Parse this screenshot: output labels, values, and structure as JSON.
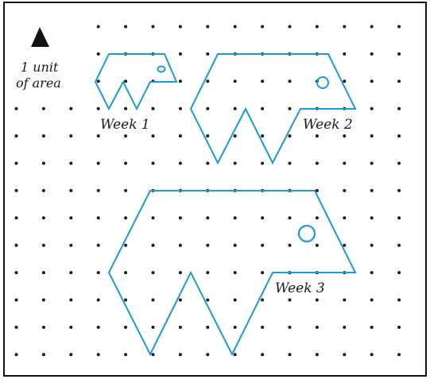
{
  "legend": {
    "icon": "triangle-icon",
    "line1": "1 unit",
    "line2": "of area"
  },
  "figures": [
    {
      "label": "Week 1"
    },
    {
      "label": "Week 2"
    },
    {
      "label": "Week 3"
    }
  ],
  "colors": {
    "outline": "#1b9bd1",
    "dots": "#1a1a1a",
    "border": "#111111",
    "background": "#ffffff"
  }
}
